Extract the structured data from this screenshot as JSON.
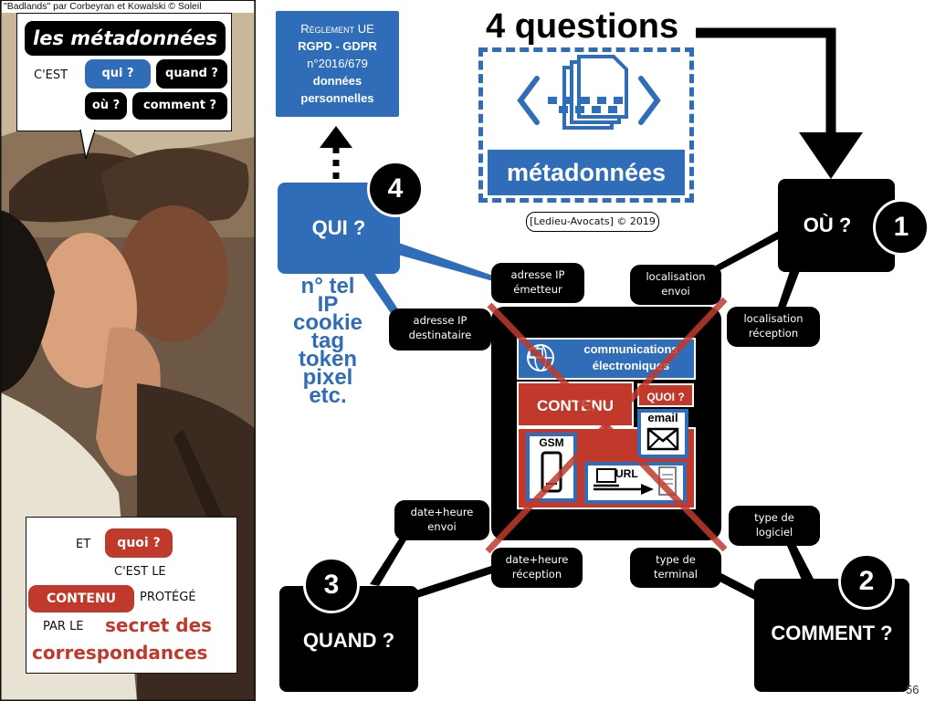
{
  "comic": {
    "credit": "\"Badlands\" par Corbeyran et Kowalski © Soleil",
    "bubble1": {
      "title": "les métadonnées",
      "cest": "C'EST",
      "questions": [
        "qui ?",
        "quand ?",
        "où ?",
        "comment ?"
      ]
    },
    "bubble2": {
      "et": "ET",
      "quoi": "quoi ?",
      "cest_le": "C'EST LE",
      "contenu": "CONTENU",
      "protege": "PROTÉGÉ",
      "par_le": "PAR LE",
      "secret_des": "secret des",
      "correspondances": "correspondances"
    }
  },
  "reglement": {
    "line1": "Règlement UE",
    "line2": "RGPD - GDPR",
    "line3": "n°2016/679",
    "line4": "données",
    "line5": "personnelles"
  },
  "header": {
    "title": "4 questions",
    "meta_label": "métadonnées",
    "copyright": "[Ledieu-Avocats] © 2019"
  },
  "nodes": {
    "qui": {
      "label": "QUI ?",
      "number": "4"
    },
    "ou": {
      "label": "OÙ ?",
      "number": "1"
    },
    "quand": {
      "label": "QUAND ?",
      "number": "3"
    },
    "comment": {
      "label": "COMMENT ?",
      "number": "2"
    }
  },
  "identifiers": [
    "n° tel",
    "IP",
    "cookie",
    "tag",
    "token",
    "pixel",
    "etc."
  ],
  "labels": {
    "adresse_ip_emetteur": [
      "adresse IP",
      "émetteur"
    ],
    "adresse_ip_destinataire": [
      "adresse IP",
      "destinataire"
    ],
    "localisation_envoi": [
      "localisation",
      "envoi"
    ],
    "localisation_reception": [
      "localisation",
      "réception"
    ],
    "date_heure_envoi": [
      "date+heure",
      "envoi"
    ],
    "date_heure_reception": [
      "date+heure",
      "réception"
    ],
    "type_terminal": [
      "type de",
      "terminal"
    ],
    "type_logiciel": [
      "type de",
      "logiciel"
    ]
  },
  "device": {
    "comm_line1": "communications",
    "comm_line2": "électroniques",
    "contenu": "CONTENU",
    "quoi": "QUOI ?",
    "email": "email",
    "gsm": "GSM",
    "url": "URL"
  },
  "page_number": "56",
  "colors": {
    "blue": "#2f6db8",
    "red": "#c0392b",
    "black": "#000000"
  }
}
